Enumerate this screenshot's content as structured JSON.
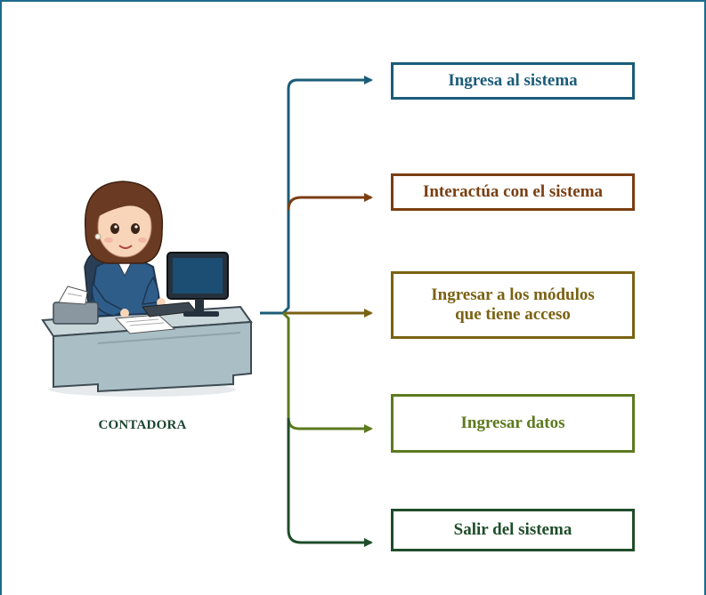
{
  "role_label": "CONTADORA",
  "actions": [
    {
      "label": "Ingresa al sistema",
      "color": "#1b5c78"
    },
    {
      "label": "Interactúa con el sistema",
      "color": "#7a3e12"
    },
    {
      "label": "Ingresar a los módulos\nque tiene acceso",
      "color": "#7a6212"
    },
    {
      "label": "Ingresar datos",
      "color": "#5d7a1f"
    },
    {
      "label": "Salir del sistema",
      "color": "#1f4d2a"
    }
  ]
}
